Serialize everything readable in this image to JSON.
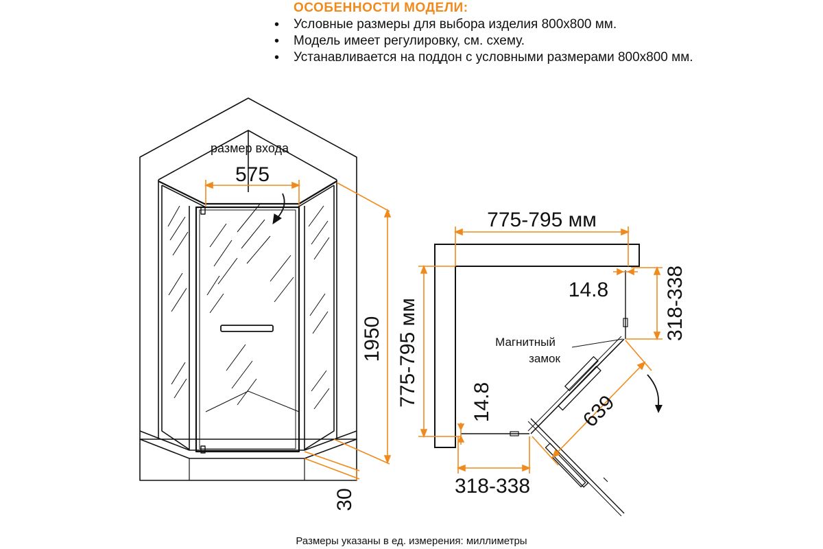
{
  "features": {
    "title": "ОСОБЕННОСТИ МОДЕЛИ:",
    "items": [
      "Условные размеры для выбора изделия 800х800 мм.",
      "Модель имеет регулировку, см. схему.",
      "Устанавливается на поддон с условными размерами 800х800 мм."
    ]
  },
  "front_view": {
    "entrance_label": "размер входа",
    "entrance_width": "575",
    "height": "1950",
    "tray_height": "30"
  },
  "plan_view": {
    "wall_width": "775-795 мм",
    "wall_depth": "775-795 мм",
    "gap_right": "14.8",
    "gap_left": "14.8",
    "panel_right": "318-338",
    "panel_bottom": "318-338",
    "door_width": "639",
    "magnet_lock_line1": "Магнитный",
    "magnet_lock_line2": "замок"
  },
  "footer": {
    "note": "Размеры указаны в ед. измерения: миллиметры"
  },
  "colors": {
    "accent": "#f08a1c",
    "ink": "#111111"
  }
}
